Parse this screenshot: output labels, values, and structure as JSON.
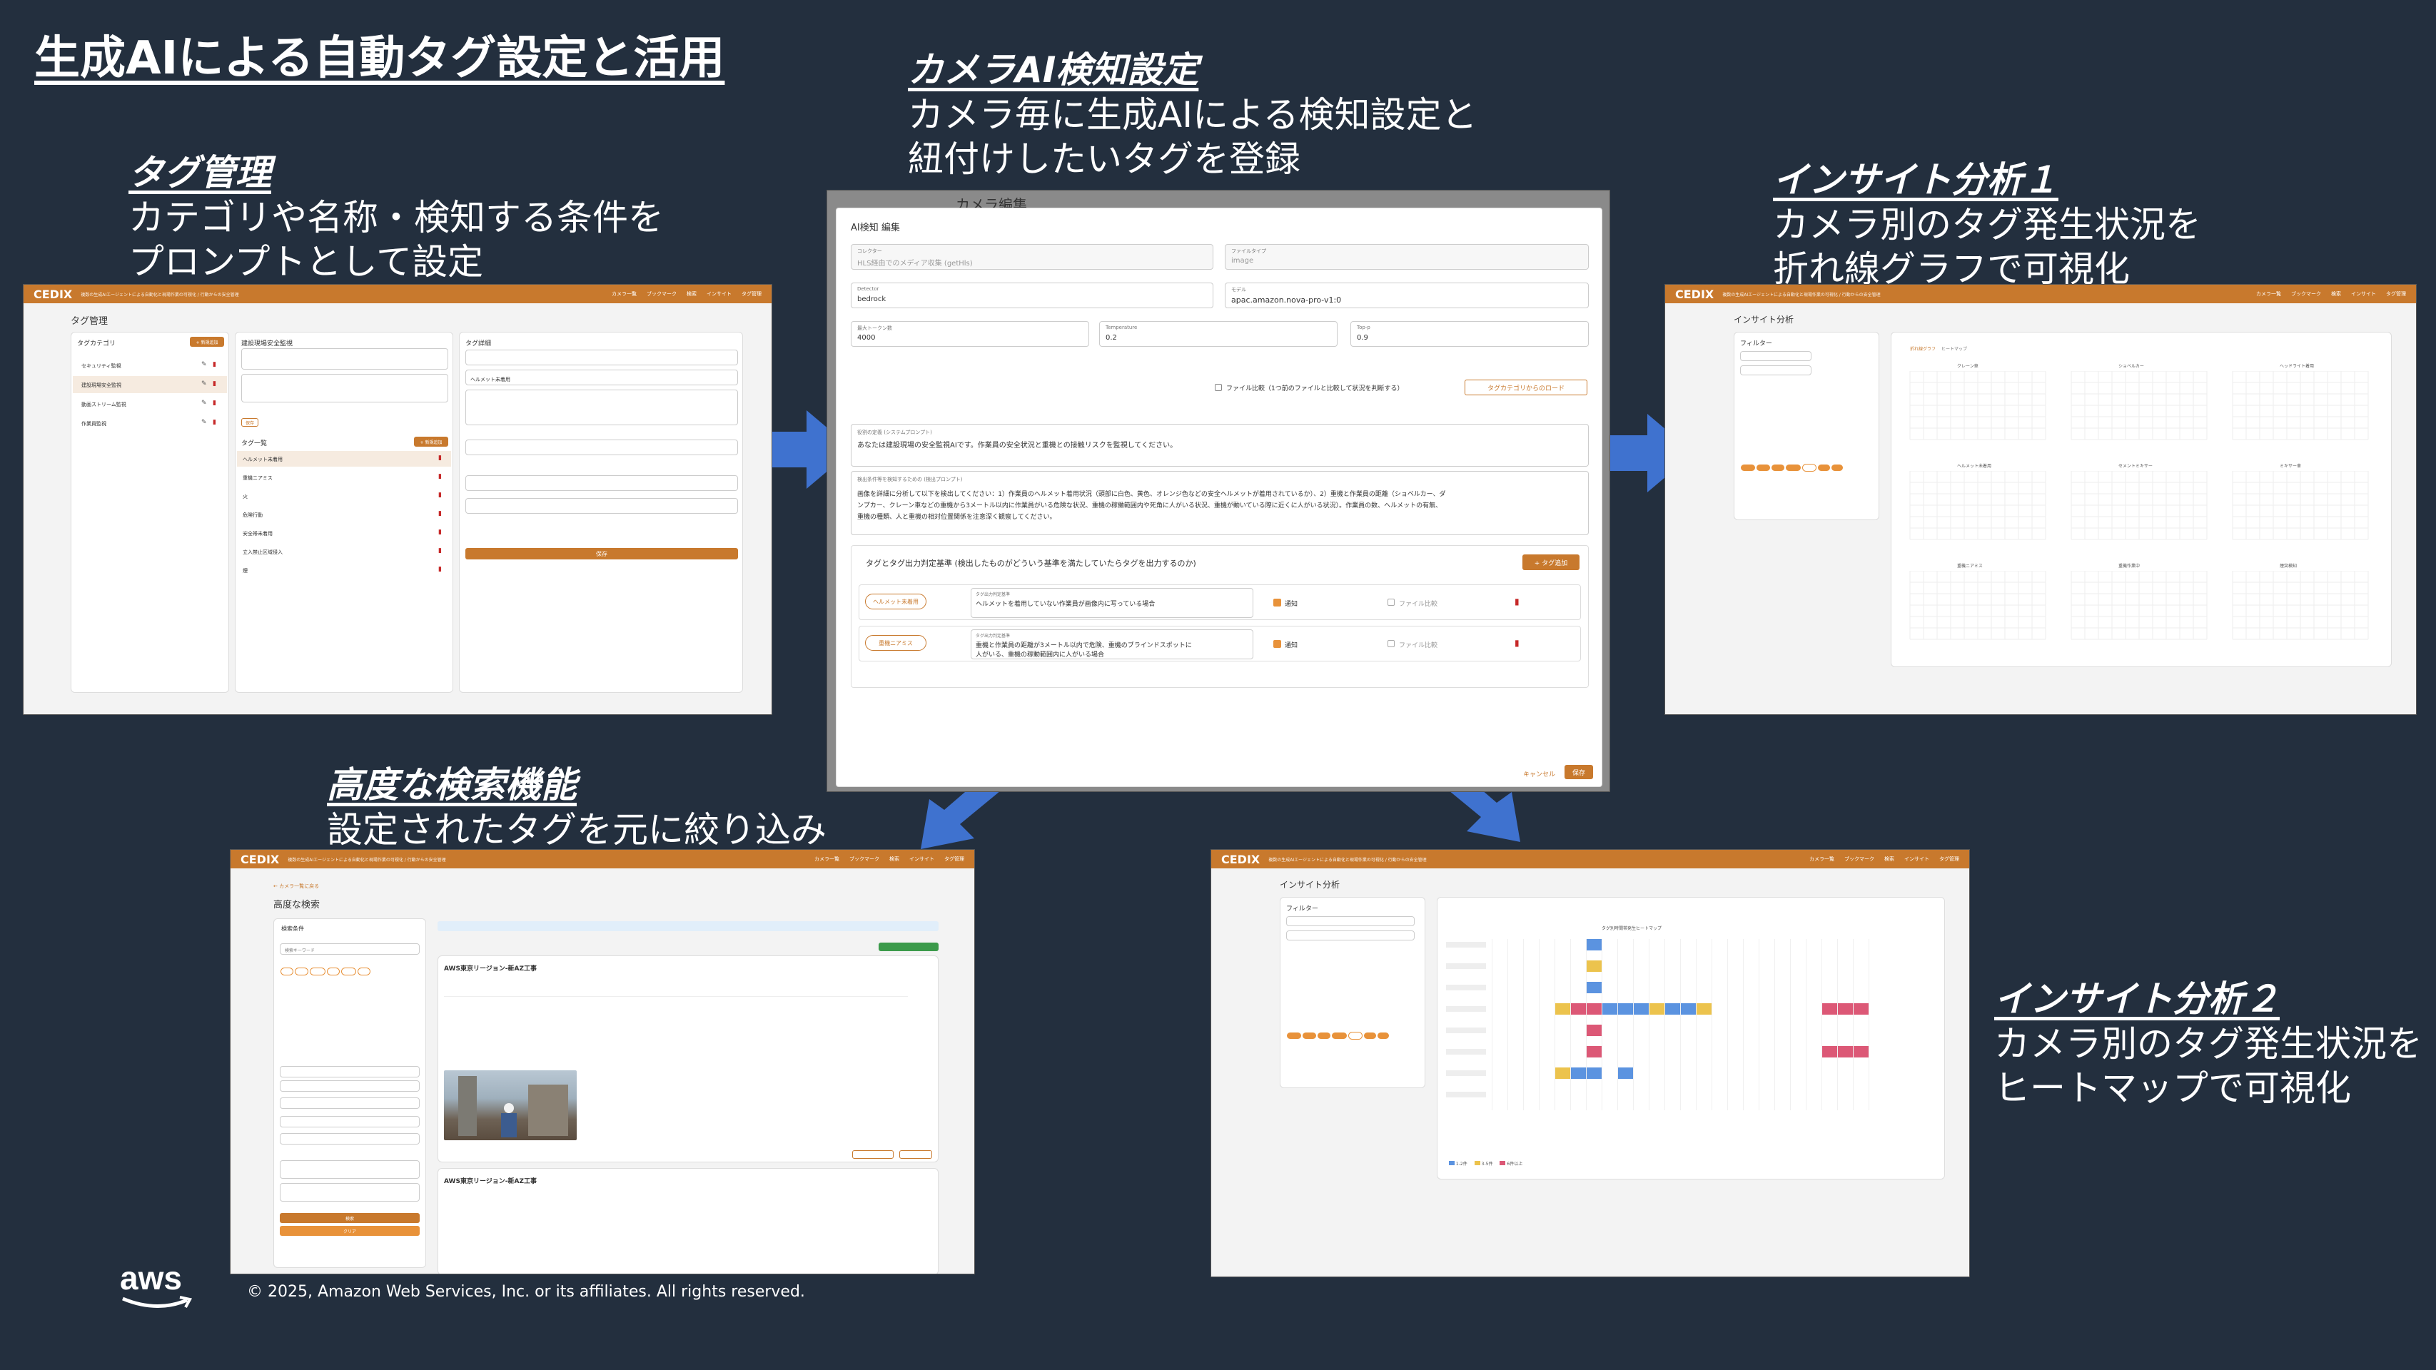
{
  "main_title": "生成AIによる自動タグ設定と活用",
  "footer": {
    "copyright": "© 2025, Amazon Web Services, Inc. or its affiliates. All rights reserved.",
    "logo": "aws"
  },
  "sections": {
    "tag_mgmt": {
      "heading": "タグ管理",
      "desc1": "カテゴリや名称・検知する条件を",
      "desc2": "プロンプトとして設定"
    },
    "camera_ai": {
      "heading": "カメラAI検知設定",
      "desc1": "カメラ毎に生成AIによる検知設定と",
      "desc2": "紐付けしたいタグを登録"
    },
    "insight1": {
      "heading": "インサイト分析１",
      "desc1": "カメラ別のタグ発生状況を",
      "desc2": "折れ線グラフで可視化"
    },
    "search": {
      "heading": "高度な検索機能",
      "desc1": "設定されたタグを元に絞り込み"
    },
    "insight2": {
      "heading": "インサイト分析２",
      "desc1": "カメラ別のタグ発生状況を",
      "desc2": "ヒートマップで可視化"
    }
  },
  "app": {
    "logo": "CEDIX",
    "subtitle": "複数の生成AIエージェントによる自動化と現場作業の可視化 / 行動からの安全管理",
    "nav": [
      "カメラ一覧",
      "ブックマーク",
      "検索",
      "インサイト",
      "タグ管理"
    ]
  },
  "tag_screen": {
    "title": "タグ管理",
    "category_panel": "タグカテゴリ",
    "add_btn": "+ 新規追加",
    "categories": [
      "セキュリティ監視",
      "建設現場安全監視",
      "動画ストリーム監視",
      "作業員監視"
    ],
    "category_detail_title": "建設現場安全監視",
    "tag_list_title": "タグ一覧",
    "tags": [
      "ヘルメット未着用",
      "重機ニアミス",
      "火",
      "危険行動",
      "安全帯未着用",
      "立入禁止区域侵入",
      "煙"
    ],
    "tag_detail_title": "タグ詳細",
    "tag_name": "ヘルメット未着用",
    "save": "保存"
  },
  "camera_modal": {
    "bg_title": "カメラ編集",
    "title": "AI検知 編集",
    "collector_label": "コレクター",
    "collector": "HLS経由でのメディア収集 (getHls)",
    "file_type_label": "ファイルタイプ",
    "file_type": "image",
    "detector_label": "Detector",
    "detector": "bedrock",
    "model_label": "モデル",
    "model": "apac.amazon.nova-pro-v1:0",
    "max_tokens_label": "最大トークン数",
    "max_tokens": "4000",
    "temperature_label": "Temperature",
    "temperature": "0.2",
    "top_p_label": "Top-p",
    "top_p": "0.9",
    "file_compare": "ファイル比較（1つ前のファイルと比較して状況を判断する）",
    "load_btn": "タグカテゴリからのロード",
    "system_prompt_label": "役割の定義 (システムプロンプト)",
    "system_prompt": "あなたは建設現場の安全監視AIです。作業員の安全状況と重機との接触リスクを監視してください。",
    "detect_prompt_label": "検出条件等を検知するための (検出プロンプト)",
    "detect_prompt1": "画像を詳細に分析して以下を検出してください：1）作業員のヘルメット着用状況（頭部に白色、黄色、オレンジ色などの安全ヘルメットが着用されているか）、2）重機と作業員の距離（ショベルカー、ダ",
    "detect_prompt2": "ンプカー、クレーン車などの重機から3メートル以内に作業員がいる危険な状況、重機の稼働範囲内や死角に人がいる状況、重機が動いている際に近くに人がいる状況）。作業員の数、ヘルメットの有無、",
    "detect_prompt3": "重機の種類、人と重機の相対位置関係を注意深く観察してください。",
    "criteria_title": "タグとタグ出力判定基準 (検出したものがどういう基準を満たしていたらタグを出力するのか)",
    "add_tag_btn": "+ タグ追加",
    "rows": [
      {
        "tag": "ヘルメット未着用",
        "label": "タグ出力判定基準",
        "crit1": "ヘルメットを着用していない作業員が画像内に写っている場合",
        "crit2": "",
        "notify": "通知",
        "compare": "ファイル比較"
      },
      {
        "tag": "重機ニアミス",
        "label": "タグ出力判定基準",
        "crit1": "重機と作業員の距離が3メートル以内で危険、重機のブラインドスポットに",
        "crit2": "人がいる、重機の稼動範囲内に人がいる場合",
        "notify": "通知",
        "compare": "ファイル比較"
      }
    ],
    "cancel": "キャンセル",
    "save": "保存"
  },
  "insight1_screen": {
    "title": "インサイト分析",
    "filter": "フィルター",
    "graph_tab": "折れ線グラフ",
    "heatmap_tab": "ヒートマップ",
    "chart_titles": [
      "クレーン車",
      "ショベルカー",
      "ヘッドライト着用",
      "ヘルメット未着用",
      "セメントミキサー",
      "ミキサー車",
      "重機ニアミス",
      "重機作業中",
      "煙突検知"
    ]
  },
  "search_screen": {
    "back": "← カメラ一覧に戻る",
    "title": "高度な検索",
    "cond": "検索条件",
    "keyword_label": "検索キーワード",
    "result1_title": "AWS東京リージョン-新AZ工事",
    "result2_title": "AWS東京リージョン-新AZ工事",
    "search_btn": "検索",
    "clear_btn": "クリア"
  },
  "insight2_screen": {
    "title": "インサイト分析",
    "filter": "フィルター",
    "chart_title": "タグ別時間帯発生ヒートマップ",
    "legend": [
      "1-2件",
      "3-5件",
      "6件以上"
    ]
  },
  "colors": {
    "bg": "#232f3e",
    "accent": "#c8792d",
    "arrow": "#3f72cf",
    "heat_blue": "#5b93e0",
    "heat_yellow": "#ecc34d",
    "heat_pink": "#dc5876"
  }
}
